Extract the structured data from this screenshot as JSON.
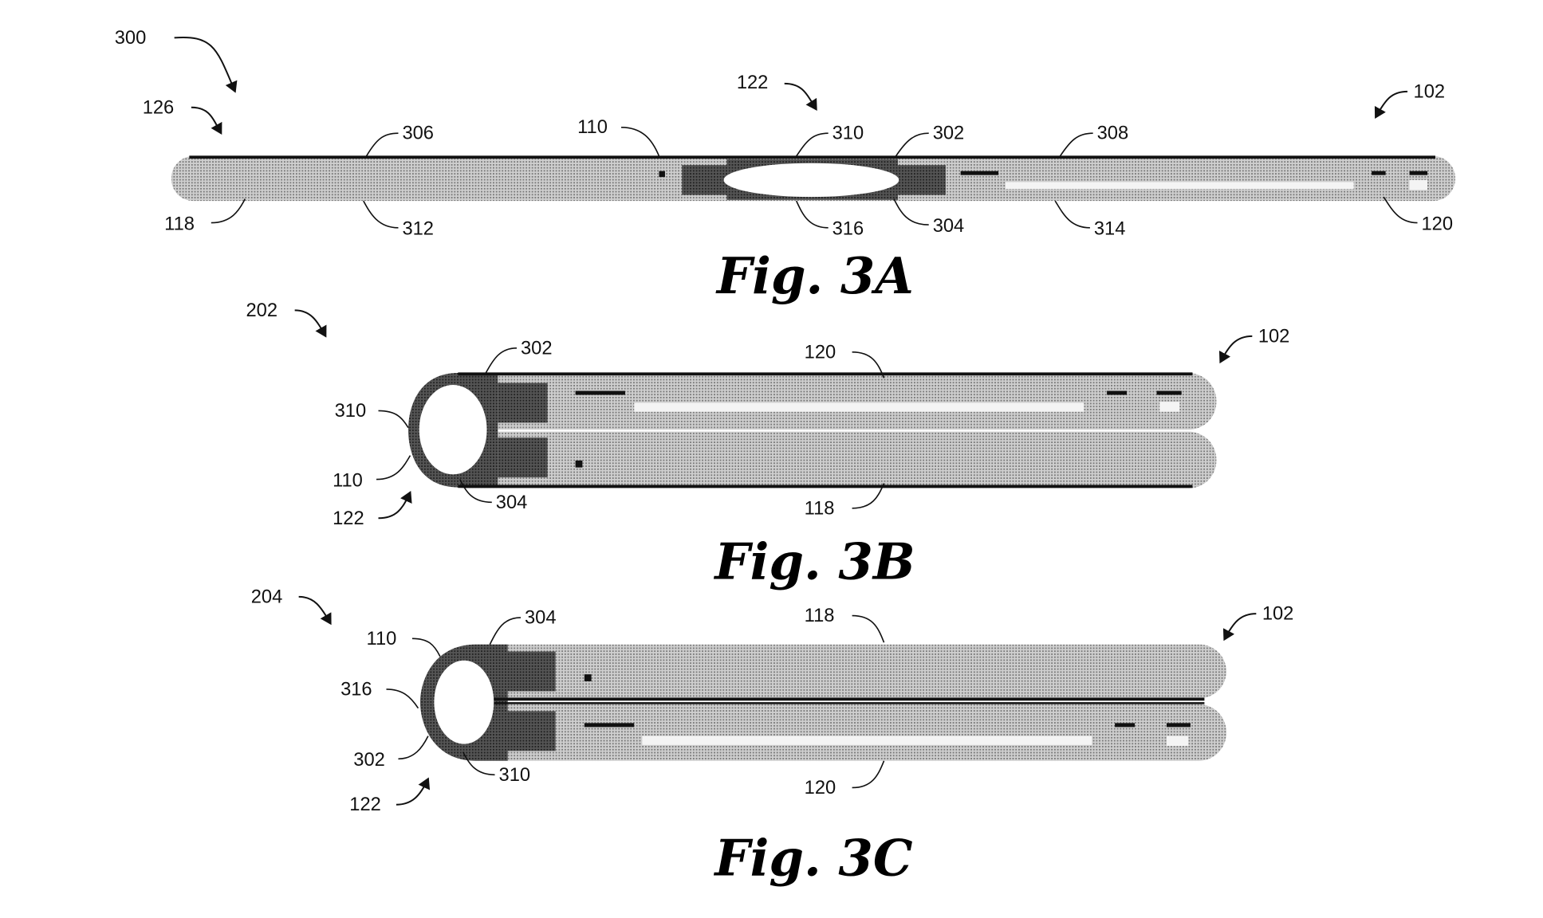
{
  "figures": [
    {
      "caption": "Fig. 3A",
      "labels": {
        "main": "300",
        "a": "126",
        "b": "122",
        "c": "102",
        "d": "306",
        "e": "110",
        "f": "310",
        "g": "302",
        "h": "308",
        "i": "118",
        "j": "312",
        "k": "316",
        "l": "304",
        "m": "314",
        "n": "120"
      }
    },
    {
      "caption": "Fig. 3B",
      "labels": {
        "main": "202",
        "a": "302",
        "b": "120",
        "c": "102",
        "d": "310",
        "e": "110",
        "f": "304",
        "g": "118",
        "h": "122"
      }
    },
    {
      "caption": "Fig. 3C",
      "labels": {
        "main": "204",
        "a": "304",
        "b": "110",
        "c": "118",
        "d": "102",
        "e": "316",
        "f": "302",
        "g": "310",
        "h": "120",
        "i": "122"
      }
    }
  ],
  "colors": {
    "ink": "#111111",
    "body": "#b4b4b4",
    "hinge": "#3a3a3a"
  }
}
